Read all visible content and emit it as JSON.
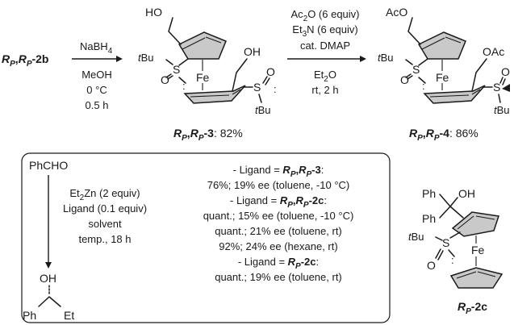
{
  "compounds": {
    "start": {
      "config_main": "R",
      "config_sub": "P",
      "sep": ",",
      "name": "-2b"
    },
    "product3": {
      "config_main": "R",
      "config_sub": "P",
      "sep": ",",
      "name": "-3",
      "yield": ": 82%"
    },
    "product4": {
      "config_main": "R",
      "config_sub": "P",
      "sep": ",",
      "name": "-4",
      "yield": ": 86%"
    },
    "ligand2c": {
      "config_main": "R",
      "config_sub": "P",
      "name": "-2c"
    }
  },
  "step1": {
    "reagent": "NaBH",
    "reagent_sub": "4",
    "solvent": "MeOH",
    "temp": "0 °C",
    "time": "0.5 h"
  },
  "step2": {
    "ac2o_a": "Ac",
    "ac2o_sub": "2",
    "ac2o_b": "O (6 equiv)",
    "et3n_a": "Et",
    "et3n_sub": "3",
    "et3n_b": "N (6 equiv)",
    "dmap": "cat. DMAP",
    "et2o_a": "Et",
    "et2o_sub": "2",
    "et2o_b": "O",
    "cond": "rt, 2 h"
  },
  "atoms": {
    "HO": "HO",
    "OH": "OH",
    "AcO": "AcO",
    "OAc": "OAc",
    "Fe": "Fe",
    "S": "S",
    "O": "O",
    "tBu_t": "t",
    "tBu_rest": "Bu",
    "Ph": "Ph",
    "Et": "Et"
  },
  "catalysis": {
    "substrate": "PhCHO",
    "cond1_a": "Et",
    "cond1_sub": "2",
    "cond1_b": "Zn (2 equiv)",
    "cond2": "Ligand (0.1 equiv)",
    "cond3": "solvent",
    "cond4": "temp., 18 h",
    "results": [
      {
        "kind": "header",
        "prefix": "- Ligand = ",
        "config_main": "R",
        "config_sub": "P",
        "sep": ",",
        "name": "-3",
        "suffix": ":"
      },
      {
        "kind": "line",
        "text": "76%; 19% ee (toluene, -10 °C)"
      },
      {
        "kind": "header",
        "prefix": "- Ligand = ",
        "config_main": "R",
        "config_sub": "P",
        "sep": ",",
        "name": "-2c",
        "suffix": ":"
      },
      {
        "kind": "line",
        "text": "quant.; 15% ee (toluene, -10 °C)"
      },
      {
        "kind": "line",
        "text": "quant.; 21% ee (toluene, rt)"
      },
      {
        "kind": "line",
        "text": "92%; 24% ee (hexane, rt)"
      },
      {
        "kind": "header",
        "prefix": "- Ligand = ",
        "config_main": "R",
        "config_sub": "P",
        "sep": "",
        "name": "-2c",
        "suffix": ":"
      },
      {
        "kind": "line",
        "text": "quant.; 19% ee (toluene, rt)"
      }
    ]
  }
}
